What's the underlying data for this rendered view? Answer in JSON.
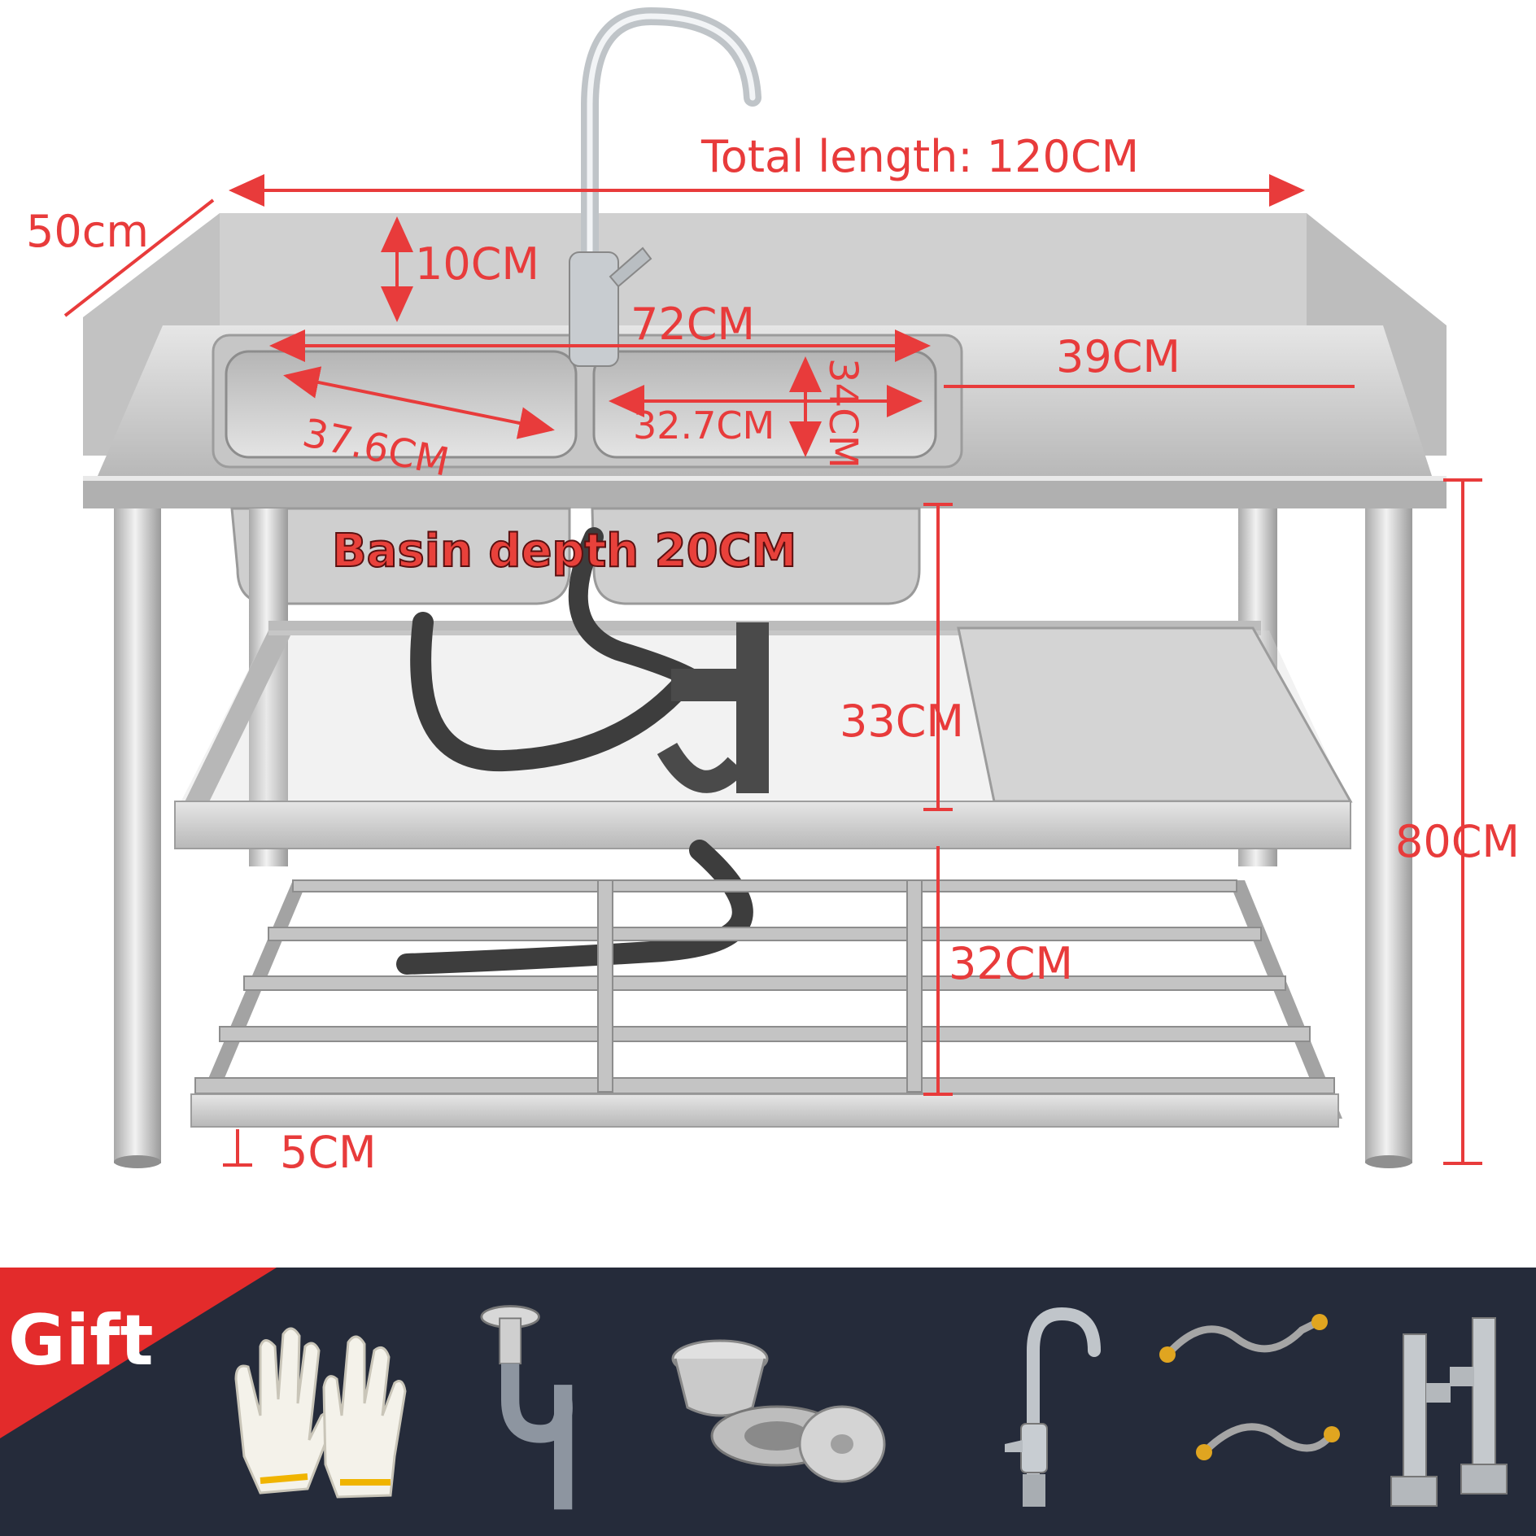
{
  "dimensions": {
    "total_length": "Total length: 120CM",
    "depth": "50cm",
    "backsplash": "10CM",
    "basin_area": "72CM",
    "drainboard": "39CM",
    "left_basin": "37.6CM",
    "right_basin_width": "32.7CM",
    "right_basin_depth": "34CM",
    "basin_depth": "Basin depth 20CM",
    "upper_clearance": "33CM",
    "lower_clearance": "32CM",
    "foot": "5CM",
    "height": "80CM"
  },
  "gift": {
    "label": "Gift",
    "items": [
      "gloves-icon",
      "drain-trap-icon",
      "strainer-basket-icon",
      "faucet-icon",
      "hose-icon",
      "angle-valve-icon"
    ]
  },
  "colors": {
    "dimension": "#e83b3b",
    "gift_bar": "#252b3a",
    "gift_flag": "#e32b2b",
    "steel": "#c9c9c9"
  }
}
